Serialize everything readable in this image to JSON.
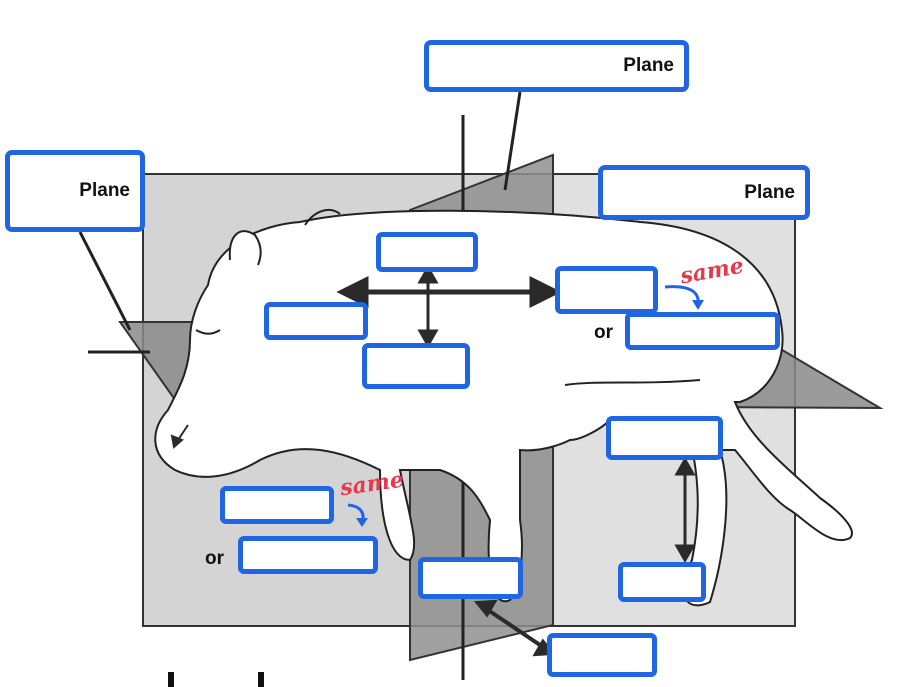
{
  "planes": {
    "top_label": "Plane",
    "left_label": "Plane",
    "right_label": "Plane"
  },
  "annotations": {
    "same_upper": "same",
    "same_lower": "same",
    "or_upper": "or",
    "or_lower": "or"
  },
  "colors": {
    "box_border": "#1f66e0",
    "annotation": "#e6394a",
    "plane_fill": "#9a9a9a",
    "background_panel": "#d3d3d3"
  },
  "icons": [
    "double-arrow-horizontal",
    "double-arrow-vertical",
    "double-arrow-diagonal",
    "curved-arrow"
  ]
}
